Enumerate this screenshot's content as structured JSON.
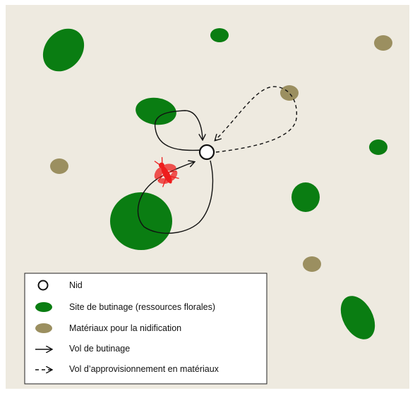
{
  "colors": {
    "background": "#eeeae0",
    "forage_site": "#0a7d12",
    "nesting_material": "#9b8f60",
    "nest_fill": "#ffffff",
    "nest_stroke": "#111111",
    "bee": "#ee1d1d",
    "legend_bg": "#ffffff"
  },
  "legend": {
    "nest": "Nid",
    "forage": "Site de butinage (ressources florales)",
    "material": "Matériaux pour la nidification",
    "forage_flight": "Vol de butinage",
    "provision_flight": "Vol d’approvisionnement en matériaux"
  },
  "icons": {
    "bee": "bee-icon"
  }
}
